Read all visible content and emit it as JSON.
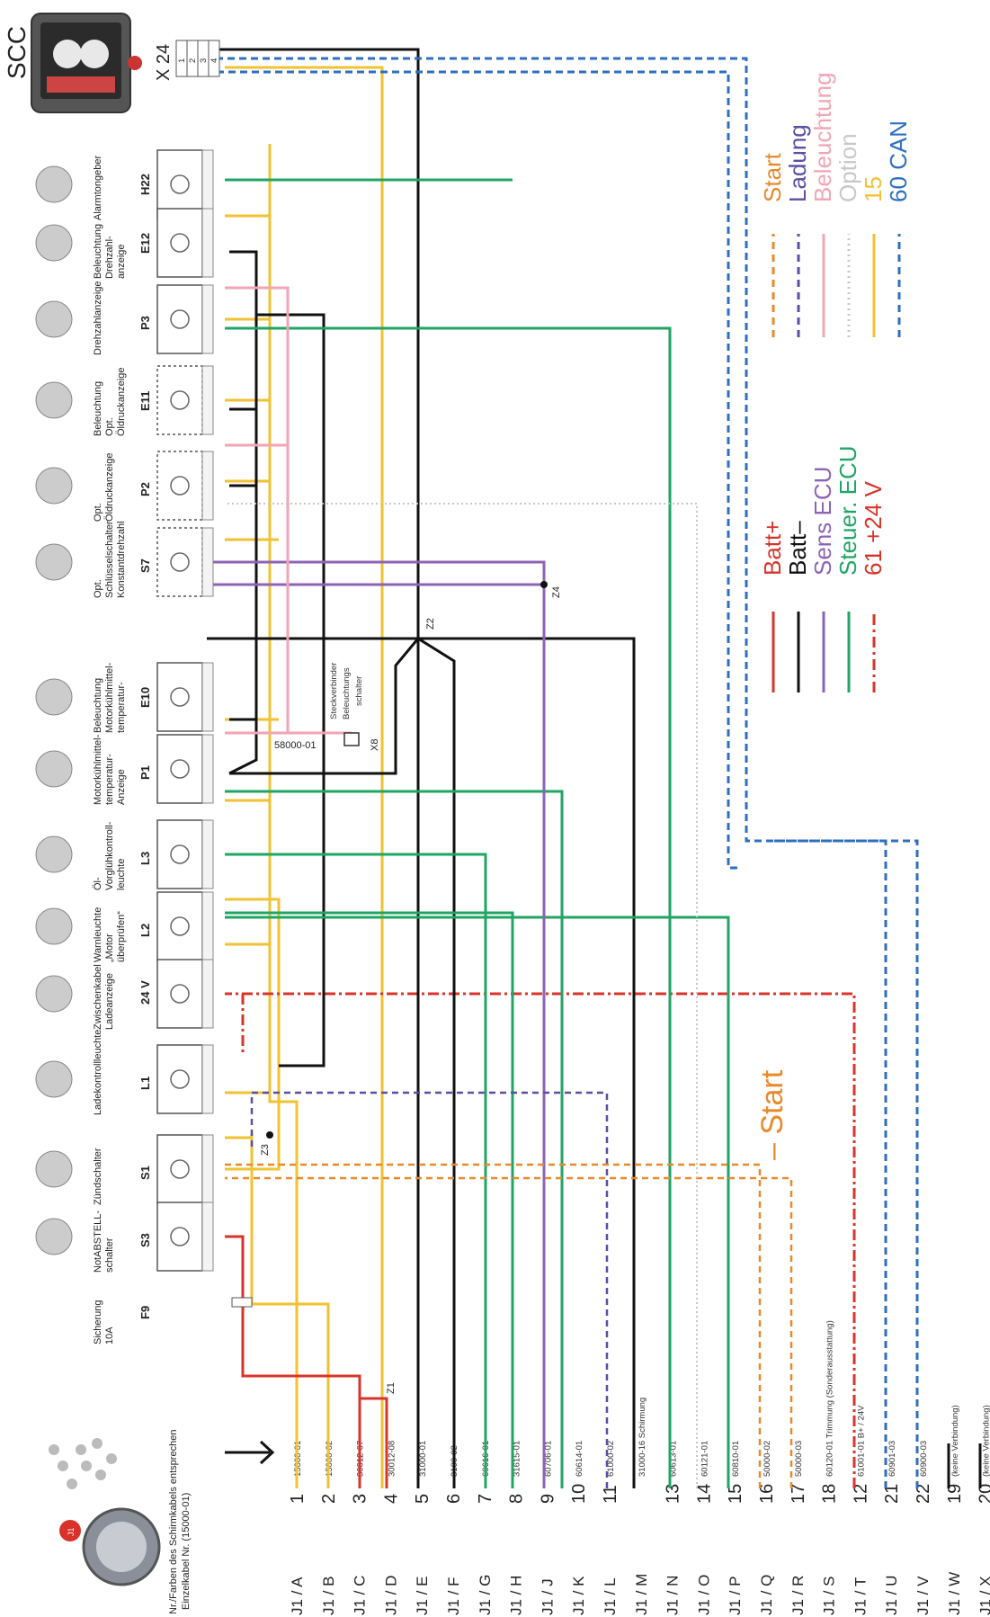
{
  "header": {
    "scc_label": "SCC",
    "x24_label": "X 24",
    "x24_pins": [
      "1",
      "2",
      "3",
      "4"
    ]
  },
  "colors": {
    "batt_plus": "#d9342b",
    "batt_minus": "#111111",
    "sens_ecu": "#8e63b6",
    "steuer_ecu": "#20a564",
    "k61": "#d9342b",
    "k15": "#f1c232",
    "start": "#e8892a",
    "ladung": "#5b4fa3",
    "beleuchtung": "#f1a5b5",
    "option": "#c8c8c8",
    "can60": "#2f6fc0"
  },
  "components": [
    {
      "code": "H22",
      "desc": [
        "Alarmtongeber"
      ]
    },
    {
      "code": "E12",
      "desc": [
        "Beleuchtung",
        "Drehzahl-",
        "anzeige"
      ]
    },
    {
      "code": "P3",
      "desc": [
        "Drehzahlanzeige"
      ]
    },
    {
      "code": "E11",
      "desc": [
        "Beleuchtung",
        "Opt.",
        "Öldruckanzeige"
      ]
    },
    {
      "code": "P2",
      "desc": [
        "Opt.",
        "Öldruckanzeige"
      ]
    },
    {
      "code": "S7",
      "desc": [
        "Opt.",
        "Schlüsselschalter",
        "Konstantdrehzahl"
      ]
    },
    {
      "code": "E10",
      "desc": [
        "Beleuchtung",
        "Motorkühlmittel-",
        "temperatur-"
      ]
    },
    {
      "code": "P1",
      "desc": [
        "Motorkühlmittel-",
        "temperatur-",
        "Anzeige"
      ]
    },
    {
      "code": "L3",
      "desc": [
        "Öl-",
        "Vorglühkontroll-",
        "leuchte"
      ]
    },
    {
      "code": "L2",
      "desc": [
        "Warnleuchte",
        "„Motor",
        "überprüfen“"
      ]
    },
    {
      "code": "24 V",
      "desc": [
        "Zwischenkabel",
        "Ladeanzeige"
      ]
    },
    {
      "code": "L1",
      "desc": [
        "Ladekontrollleuchte"
      ]
    },
    {
      "code": "S1",
      "desc": [
        "Zündschalter"
      ]
    },
    {
      "code": "S3",
      "desc": [
        "NotABSTELL-",
        "schalter"
      ]
    },
    {
      "code": "F9",
      "desc": [
        "Sicherung",
        "10A"
      ]
    }
  ],
  "connector": {
    "badge": "J1",
    "note": [
      "Nr./Farben des Schirmkabels entsprechen",
      "Einzelkabel Nr. (15000-01)"
    ],
    "rows": [
      {
        "pin": "J1 / A",
        "num": "1",
        "wire": "15000-01"
      },
      {
        "pin": "J1 / B",
        "num": "2",
        "wire": "15000-02"
      },
      {
        "pin": "J1 / C",
        "num": "3",
        "wire": "30012-07"
      },
      {
        "pin": "J1 / D",
        "num": "4",
        "wire": "30012-08"
      },
      {
        "pin": "J1 / E",
        "num": "5",
        "wire": "31000-01"
      },
      {
        "pin": "J1 / F",
        "num": "6",
        "wire": "3100-02"
      },
      {
        "pin": "J1 / G",
        "num": "7",
        "wire": "60616-01"
      },
      {
        "pin": "J1 / H",
        "num": "8",
        "wire": "31615-01"
      },
      {
        "pin": "J1 / J",
        "num": "9",
        "wire": "60706-01"
      },
      {
        "pin": "J1 / K",
        "num": "10",
        "wire": "60614-01"
      },
      {
        "pin": "J1 / L",
        "num": "11",
        "wire": "61000-02"
      },
      {
        "pin": "J1 / M",
        "num": "",
        "wire": "31000-16  Schirmung"
      },
      {
        "pin": "J1 / N",
        "num": "13",
        "wire": "60613-01"
      },
      {
        "pin": "J1 / O",
        "num": "14",
        "wire": "60121-01"
      },
      {
        "pin": "J1 / P",
        "num": "15",
        "wire": "60810-01"
      },
      {
        "pin": "J1 / Q",
        "num": "16",
        "wire": "50000-02"
      },
      {
        "pin": "J1 / R",
        "num": "17",
        "wire": "50000-03"
      },
      {
        "pin": "J1 / S",
        "num": "18",
        "wire": "60120-01  Trimmung (Sonderausstattung)"
      },
      {
        "pin": "J1 / T",
        "num": "12",
        "wire": "61001-01  B+  /  24V"
      },
      {
        "pin": "J1 / U",
        "num": "21",
        "wire": "60901-03"
      },
      {
        "pin": "J1 / V",
        "num": "22",
        "wire": "60900-03"
      },
      {
        "pin": "J1 / W",
        "num": "19",
        "wire": "(keine Verbindung)"
      },
      {
        "pin": "J1 / X",
        "num": "20",
        "wire": "(keine Verbindung)"
      }
    ]
  },
  "labels": {
    "z1": "Z1",
    "z2": "Z2",
    "z3": "Z3",
    "z4": "Z4",
    "x8": "X8",
    "x8_desc": [
      "Steckverbinder",
      "Beleuchtungs",
      "schalter"
    ],
    "w58000": "58000-01",
    "start_annotation": "– Start"
  },
  "legend_left": [
    {
      "label": "Batt+",
      "color": "#d9342b",
      "style": "solid"
    },
    {
      "label": "Batt–",
      "color": "#111111",
      "style": "solid"
    },
    {
      "label": "Sens ECU",
      "color": "#8e63b6",
      "style": "solid"
    },
    {
      "label": "Steuer. ECU",
      "color": "#20a564",
      "style": "solid"
    },
    {
      "label": "61 +24 V",
      "color": "#d9342b",
      "style": "dashdot"
    }
  ],
  "legend_right": [
    {
      "label": "Start",
      "color": "#e8892a",
      "style": "dashed"
    },
    {
      "label": "Ladung",
      "color": "#5b4fa3",
      "style": "dashed"
    },
    {
      "label": "Beleuchtung",
      "color": "#f1a5b5",
      "style": "solid"
    },
    {
      "label": "Option",
      "color": "#c8c8c8",
      "style": "dotted"
    },
    {
      "label": "15",
      "color": "#f1c232",
      "style": "solid"
    },
    {
      "label": "60 CAN",
      "color": "#2f6fc0",
      "style": "dashed"
    }
  ]
}
